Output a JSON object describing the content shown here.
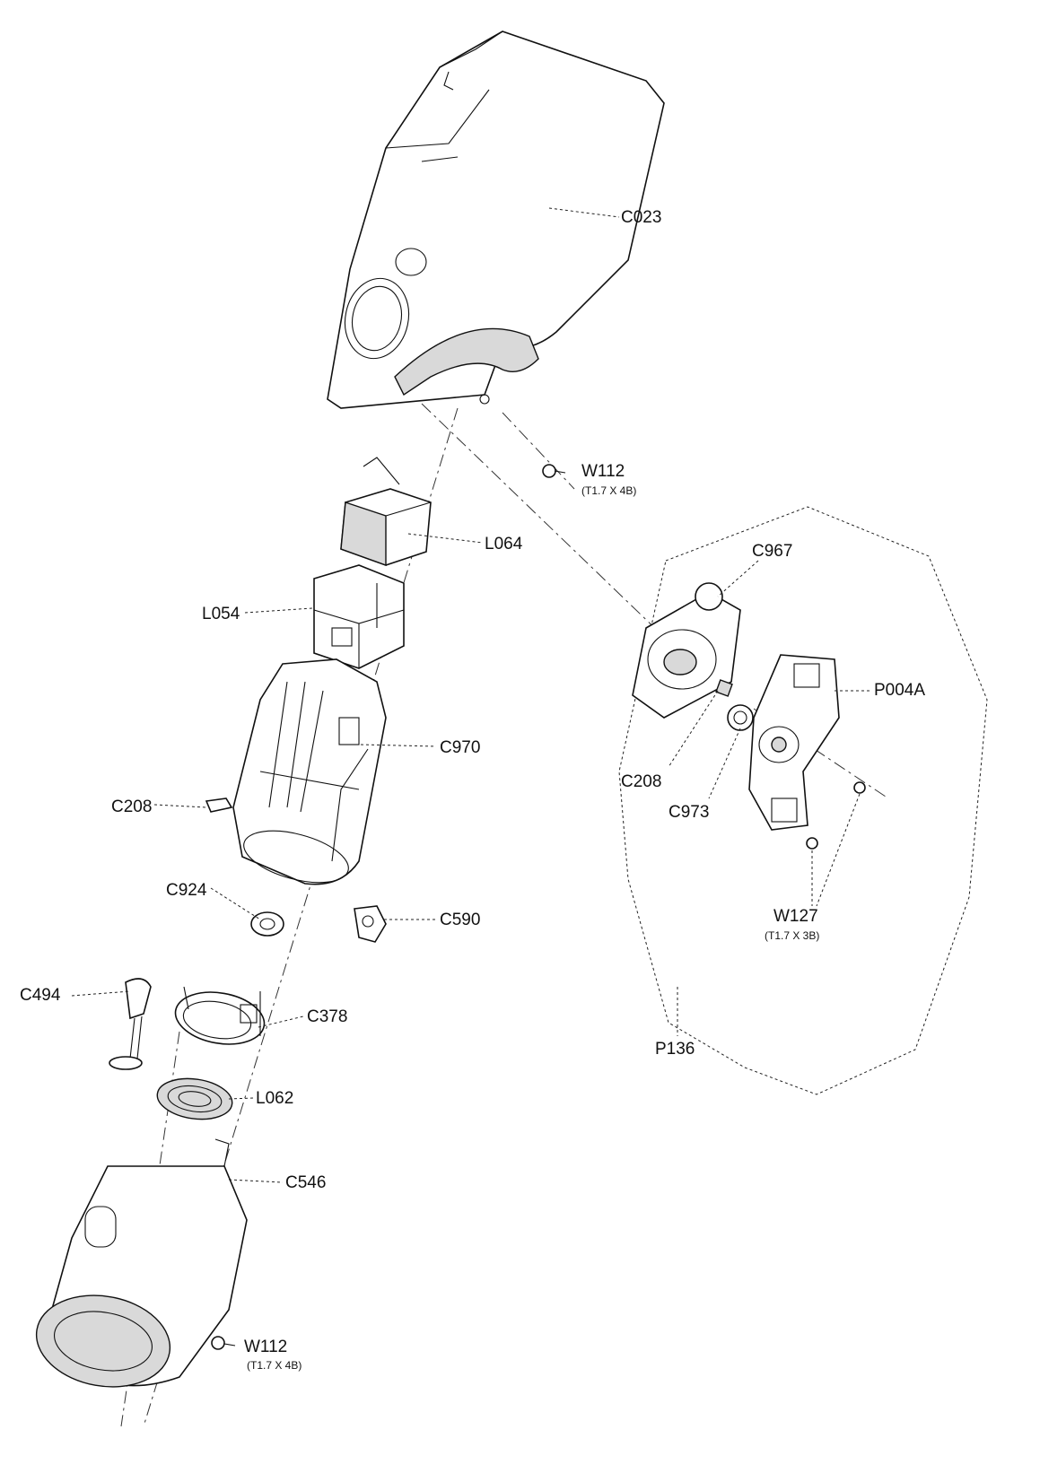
{
  "diagram": {
    "parts": [
      {
        "id": "C023"
      },
      {
        "id": "W112_top",
        "label": "W112",
        "spec": "(T1.7 X 4B)"
      },
      {
        "id": "L064"
      },
      {
        "id": "L054"
      },
      {
        "id": "C970"
      },
      {
        "id": "C208_left",
        "label": "C208"
      },
      {
        "id": "C924"
      },
      {
        "id": "C590"
      },
      {
        "id": "C494"
      },
      {
        "id": "C378"
      },
      {
        "id": "L062"
      },
      {
        "id": "C546"
      },
      {
        "id": "W112_bottom",
        "label": "W112",
        "spec": "(T1.7 X 4B)"
      },
      {
        "id": "C967"
      },
      {
        "id": "P004A"
      },
      {
        "id": "C208_right",
        "label": "C208"
      },
      {
        "id": "C973"
      },
      {
        "id": "W127",
        "spec": "(T1.7 X 3B)"
      },
      {
        "id": "P136"
      }
    ]
  },
  "labels": {
    "c023": "C023",
    "w112_top": "W112",
    "w112_top_spec": "(T1.7 X 4B)",
    "l064": "L064",
    "l054": "L054",
    "c970": "C970",
    "c208_left": "C208",
    "c924": "C924",
    "c590": "C590",
    "c494": "C494",
    "c378": "C378",
    "l062": "L062",
    "c546": "C546",
    "w112_bottom": "W112",
    "w112_bottom_spec": "(T1.7 X 4B)",
    "c967": "C967",
    "p004a": "P004A",
    "c208_right": "C208",
    "c973": "C973",
    "w127": "W127",
    "w127_spec": "(T1.7 X 3B)",
    "p136": "P136"
  }
}
